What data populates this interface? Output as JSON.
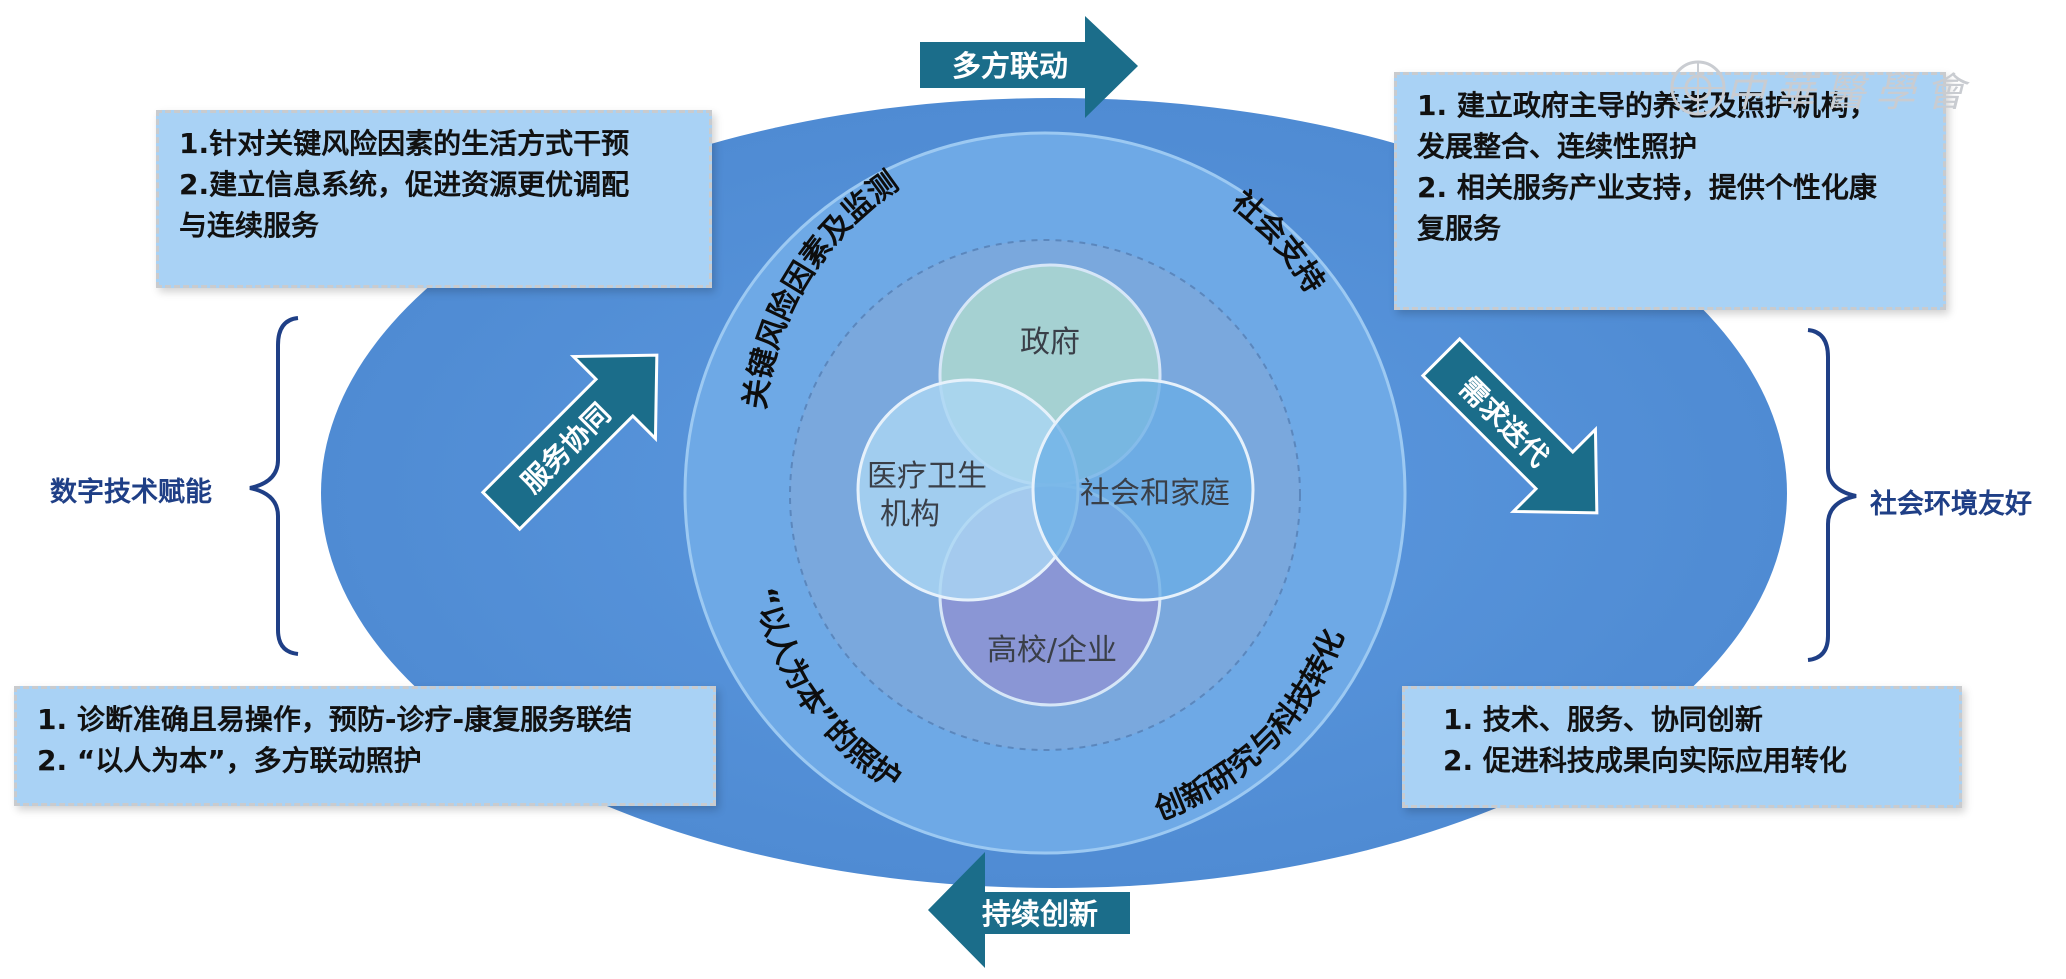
{
  "colors": {
    "outer_ellipse": "#5592d7",
    "ring": "#6aa5e2",
    "inner_disc": "#79a7db",
    "arrow": "#1b6d8a",
    "note_bg": "#a9d2f5",
    "brace": "#1f3f86",
    "government": "#a6d0d0",
    "medical": "#a6d6f2",
    "society": "#74b1e6",
    "university": "#8a96d4"
  },
  "arrows": {
    "top": "多方联动",
    "bottom": "持续创新",
    "left_diagonal": "服务协同",
    "right_diagonal": "需求迭代"
  },
  "ring_labels": {
    "top_left": "关键风险因素及监测",
    "top_right": "社会支持",
    "bottom_left": "“以人为本”的照护",
    "bottom_right": "创新研究与科技转化"
  },
  "center": {
    "government": "政府",
    "medical_line1": "医疗卫生",
    "medical_line2": "机构",
    "society": "社会和家庭",
    "university": "高校/企业"
  },
  "notes": {
    "top_left": [
      "1.针对关键风险因素的生活方式干预",
      "2.建立信息系统，促进资源更优调配",
      "与连续服务"
    ],
    "top_right": [
      "1. 建立政府主导的养老及照护机构，",
      "发展整合、连续性照护",
      "2. 相关服务产业支持，提供个性化康",
      "复服务"
    ],
    "bottom_left": [
      "1. 诊断准确且易操作，预防-诊疗-康复服务联结",
      "2. “以人为本”，多方联动照护"
    ],
    "bottom_right": [
      "1. 技术、服务、协同创新",
      "2. 促进科技成果向实际应用转化"
    ]
  },
  "side_labels": {
    "left": "数字技术赋能",
    "right": "社会环境友好"
  },
  "watermark": "中華醫學會"
}
